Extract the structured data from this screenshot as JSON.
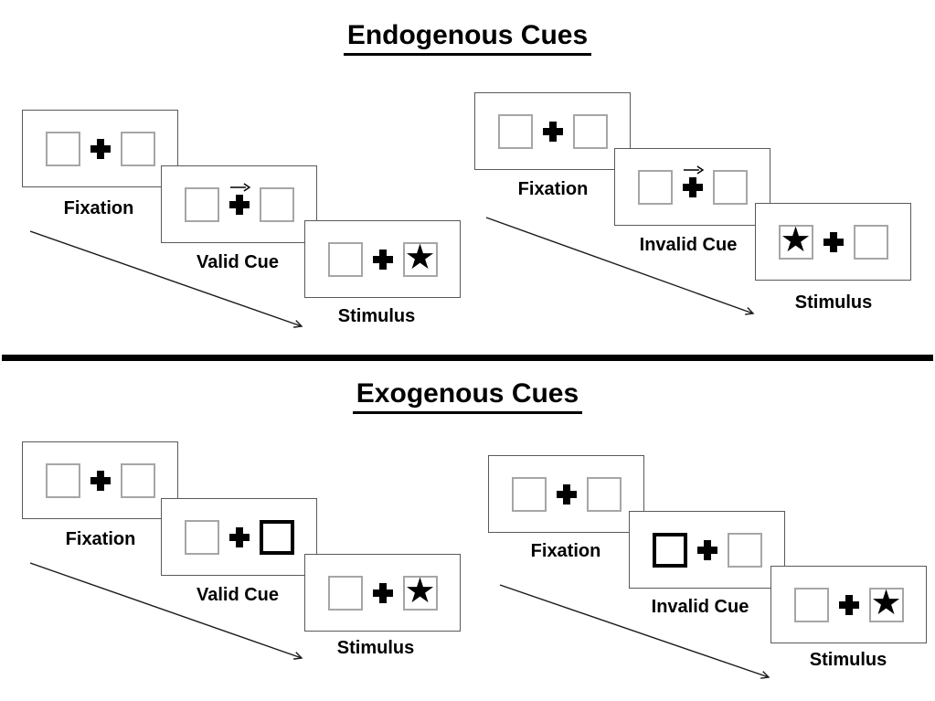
{
  "colors": {
    "background": "#ffffff",
    "panel_border": "#595959",
    "square_border": "#a6a6a6",
    "bold_square_border": "#000000",
    "ink": "#000000"
  },
  "glyphs": {
    "star": "★"
  },
  "sections": {
    "endogenous": {
      "title": "Endogenous Cues",
      "valid": {
        "fixation_label": "Fixation",
        "cue_label": "Valid Cue",
        "stimulus_label": "Stimulus"
      },
      "invalid": {
        "fixation_label": "Fixation",
        "cue_label": "Invalid Cue",
        "stimulus_label": "Stimulus"
      }
    },
    "exogenous": {
      "title": "Exogenous Cues",
      "valid": {
        "fixation_label": "Fixation",
        "cue_label": "Valid Cue",
        "stimulus_label": "Stimulus"
      },
      "invalid": {
        "fixation_label": "Fixation",
        "cue_label": "Invalid Cue",
        "stimulus_label": "Stimulus"
      }
    }
  }
}
